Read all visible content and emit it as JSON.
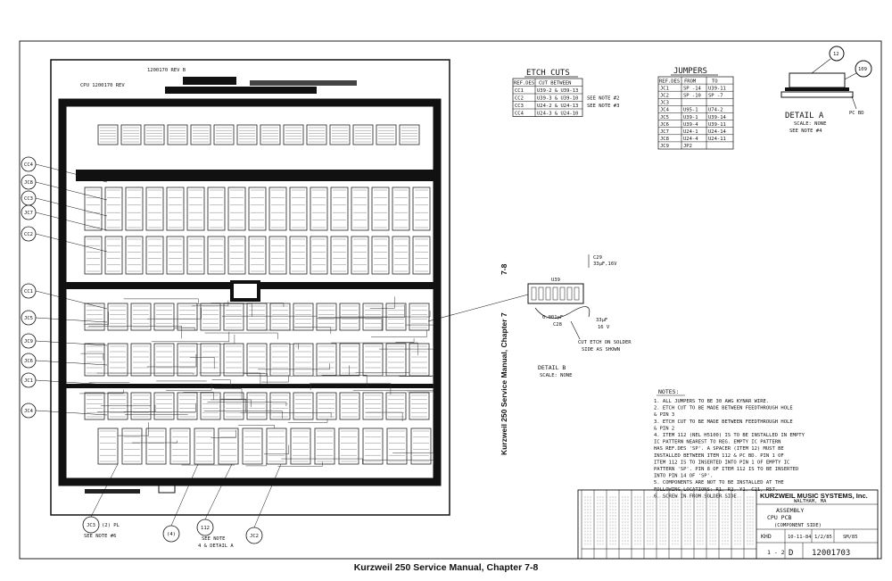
{
  "board": {
    "part_label": "CPU 1200170 REV",
    "rev_label": "1200170 REV B"
  },
  "callouts_left": [
    "CC4",
    "JC8",
    "CC3",
    "JC7",
    "CC2",
    "CC1",
    "JC5",
    "JC9",
    "JC6",
    "JC1",
    "JC4"
  ],
  "callouts_bottom": [
    {
      "id": "JC3",
      "note": "(2) PL",
      "sub": "SEE NOTE #6"
    },
    {
      "id": "(4)",
      "note": "",
      "sub": ""
    },
    {
      "id": "112",
      "note": "SEE NOTE",
      "sub": "4 & DETAIL A"
    },
    {
      "id": "JC2",
      "note": "",
      "sub": ""
    }
  ],
  "etch_cuts": {
    "title": "ETCH CUTS",
    "headers": [
      "REF.DES",
      "CUT BETWEEN"
    ],
    "rows": [
      [
        "CC1",
        "U39-2 & U39-13",
        ""
      ],
      [
        "CC2",
        "U39-3 & U39-10",
        "SEE NOTE #2"
      ],
      [
        "CC3",
        "U24-2 & U24-13",
        "SEE NOTE #3"
      ],
      [
        "CC4",
        "U24-3 & U24-10",
        ""
      ]
    ]
  },
  "jumpers": {
    "title": "JUMPERS",
    "headers": [
      "REF.DES",
      "FROM",
      "TO"
    ],
    "rows": [
      [
        "JC1",
        "SP -14",
        "U39-11"
      ],
      [
        "JC2",
        "SP -10",
        "SP -7"
      ],
      [
        "JC3",
        "",
        ""
      ],
      [
        "JC4",
        "U95-1",
        "U74-2"
      ],
      [
        "JC5",
        "U39-1",
        "U39-14"
      ],
      [
        "JC6",
        "U39-4",
        "U39-11"
      ],
      [
        "JC7",
        "U24-1",
        "U24-14"
      ],
      [
        "JC8",
        "U24-4",
        "U24-11"
      ],
      [
        "JC9",
        "JP2",
        ""
      ]
    ]
  },
  "detail_a": {
    "title": "DETAIL A",
    "scale": "SCALE: NONE",
    "note": "SEE NOTE #4",
    "callout_12": "12",
    "callout_109": "109",
    "pcb_label": "PC BD"
  },
  "detail_b": {
    "title": "DETAIL B",
    "scale": "SCALE: NONE",
    "cut_note_1": "CUT ETCH ON SOLDER",
    "cut_note_2": "SIDE AS SHOWN",
    "cap_top": "C29",
    "cap_top_val": "33µF,16V",
    "cap_mid": "0.001µF",
    "cap_mid_ref": "C28",
    "cap_right": "33µF",
    "cap_right_v": "16 V",
    "chip": "U39"
  },
  "notes": {
    "title": "NOTES:",
    "lines": [
      "1. ALL JUMPERS TO BE 30 AWG KYNAR WIRE.",
      "2. ETCH CUT TO BE MADE BETWEEN FEEDTHROUGH HOLE",
      "   & PIN 3",
      "3. ETCH CUT TO BE MADE BETWEEN FEEDTHROUGH HOLE",
      "   & PIN 2",
      "4. ITEM 112 (NEL H5100) IS TO BE INSTALLED IN EMPTY",
      "   IC PATTERN NEAREST TO REG. EMPTY IC PATTERN",
      "   HAS REF.DES 'SP'. A SPACER (ITEM 12) MUST BE",
      "   INSTALLED BETWEEN ITEM 112 & PC BD. PIN 1 OF",
      "   ITEM 112 IS TO INSERTED INTO PIN 1 OF EMPTY IC",
      "   PATTERN 'SP'. PIN 8 OF ITEM 112 IS TO BE INSERTED",
      "   INTO PIN 14 OF 'SP'.",
      "5. COMPONENTS ARE NOT TO BE INSTALLED AT THE",
      "   FOLLOWING LOCATIONS: R1, R2, Y1, C21, R57.",
      "6. SCREW IN FROM SOLDER SIDE"
    ]
  },
  "title_block": {
    "company": "KURZWEIL MUSIC SYSTEMS, Inc.",
    "city": "WALTHAM, MA",
    "title_1": "ASSEMBLY",
    "title_2": "CPU PCB",
    "title_3": "(COMPONENT SIDE)",
    "drawn": "KHD",
    "date": "10-11-84",
    "rev_date": "1/2/85",
    "app": "SM/85",
    "sheet": "1 - 2",
    "size": "D",
    "dwg_no": "12001703"
  },
  "vertical_caption": "Kurzweil 250 Service Manual, Chapter 7",
  "vertical_page": "7-8",
  "caption": "Kurzweil 250 Service Manual, Chapter 7-8"
}
